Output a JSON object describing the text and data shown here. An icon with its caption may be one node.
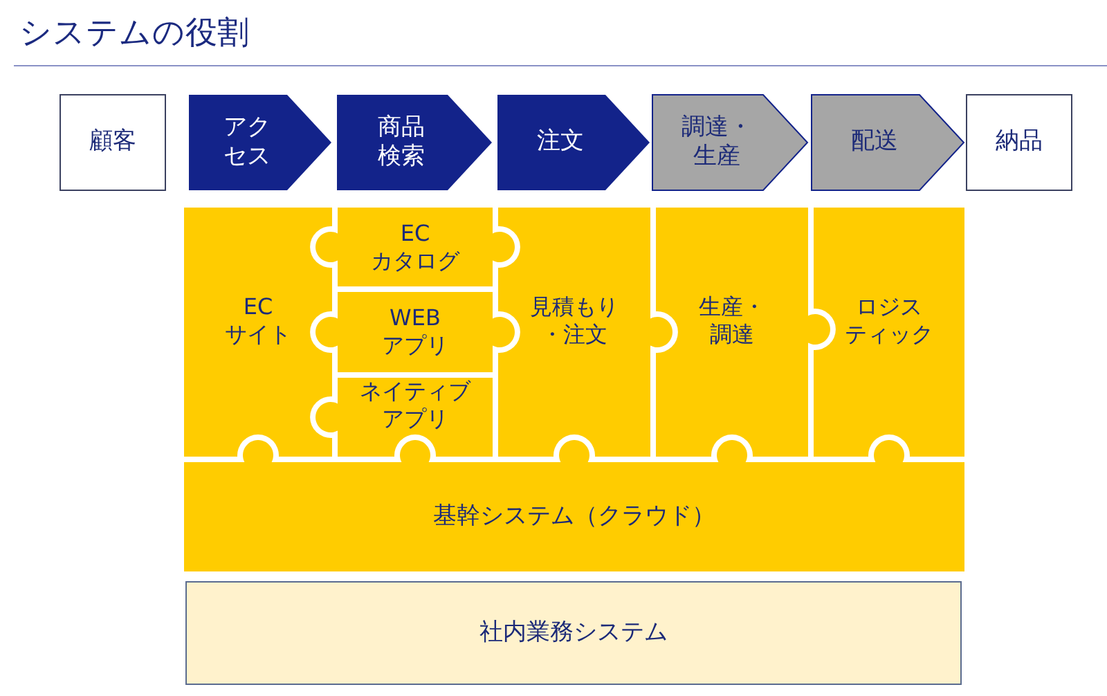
{
  "diagram": {
    "title": "システムの役割",
    "nodes": [
      {
        "text": [
          "顧客"
        ]
      },
      {
        "text": [
          "アクセス"
        ]
      },
      {
        "text": [
          "商品検索"
        ]
      },
      {
        "text": [
          "注文"
        ]
      },
      {
        "text": [
          "調達・生産"
        ]
      },
      {
        "text": [
          "配送"
        ]
      },
      {
        "text": [
          "納品"
        ]
      },
      {
        "text": [
          "ECサイト"
        ]
      },
      {
        "text": [
          "ECカタログ"
        ]
      },
      {
        "text": [
          "WEBアプリ"
        ]
      },
      {
        "text": [
          "ネイティブアプリ"
        ]
      },
      {
        "text": [
          "見積もり・注文"
        ]
      },
      {
        "text": [
          "生産・調達"
        ]
      },
      {
        "text": [
          "ロジスティック"
        ]
      },
      {
        "text": [
          "基幹システム（クラウド）"
        ]
      },
      {
        "text": [
          "社内業務システム"
        ]
      }
    ]
  }
}
